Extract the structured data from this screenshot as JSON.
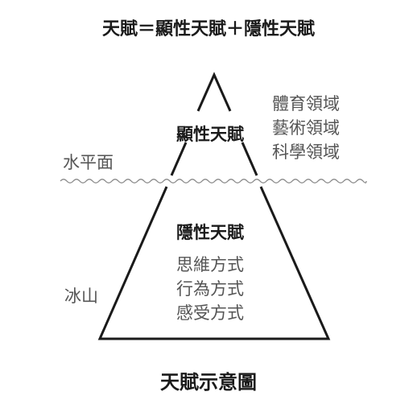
{
  "formula": "天賦＝顯性天賦＋隱性天賦",
  "explicit_talent": {
    "title": "顯性天賦",
    "items": [
      "體育領域",
      "藝術領域",
      "科學領域"
    ]
  },
  "implicit_talent": {
    "title": "隱性天賦",
    "items": [
      "思維方式",
      "行為方式",
      "感受方式"
    ]
  },
  "water_level_label": "水平面",
  "iceberg_label": "冰山",
  "caption": "天賦示意圖",
  "colors": {
    "line": "#1a1a1a",
    "water": "#888888",
    "muted_text": "#555555"
  }
}
